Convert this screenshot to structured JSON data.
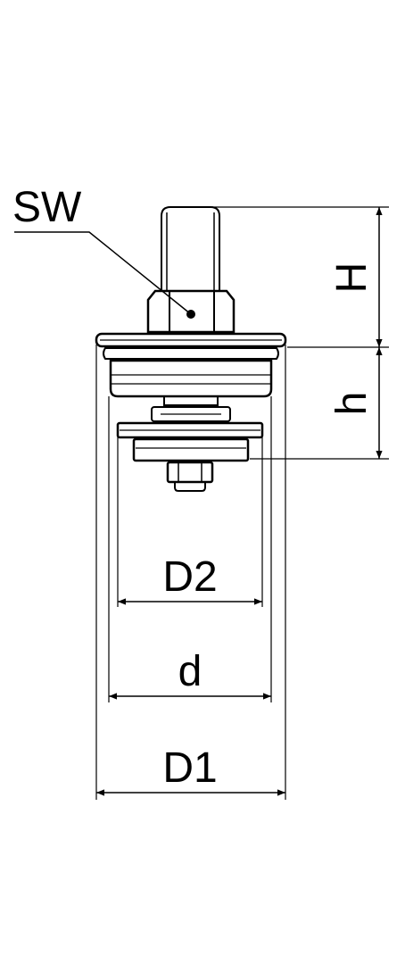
{
  "labels": {
    "sw": "SW",
    "H": "H",
    "h": "h",
    "D2": "D2",
    "d": "d",
    "D1": "D1"
  },
  "colors": {
    "stroke": "#000000",
    "background": "#ffffff",
    "light_fill": "#ffffff"
  }
}
